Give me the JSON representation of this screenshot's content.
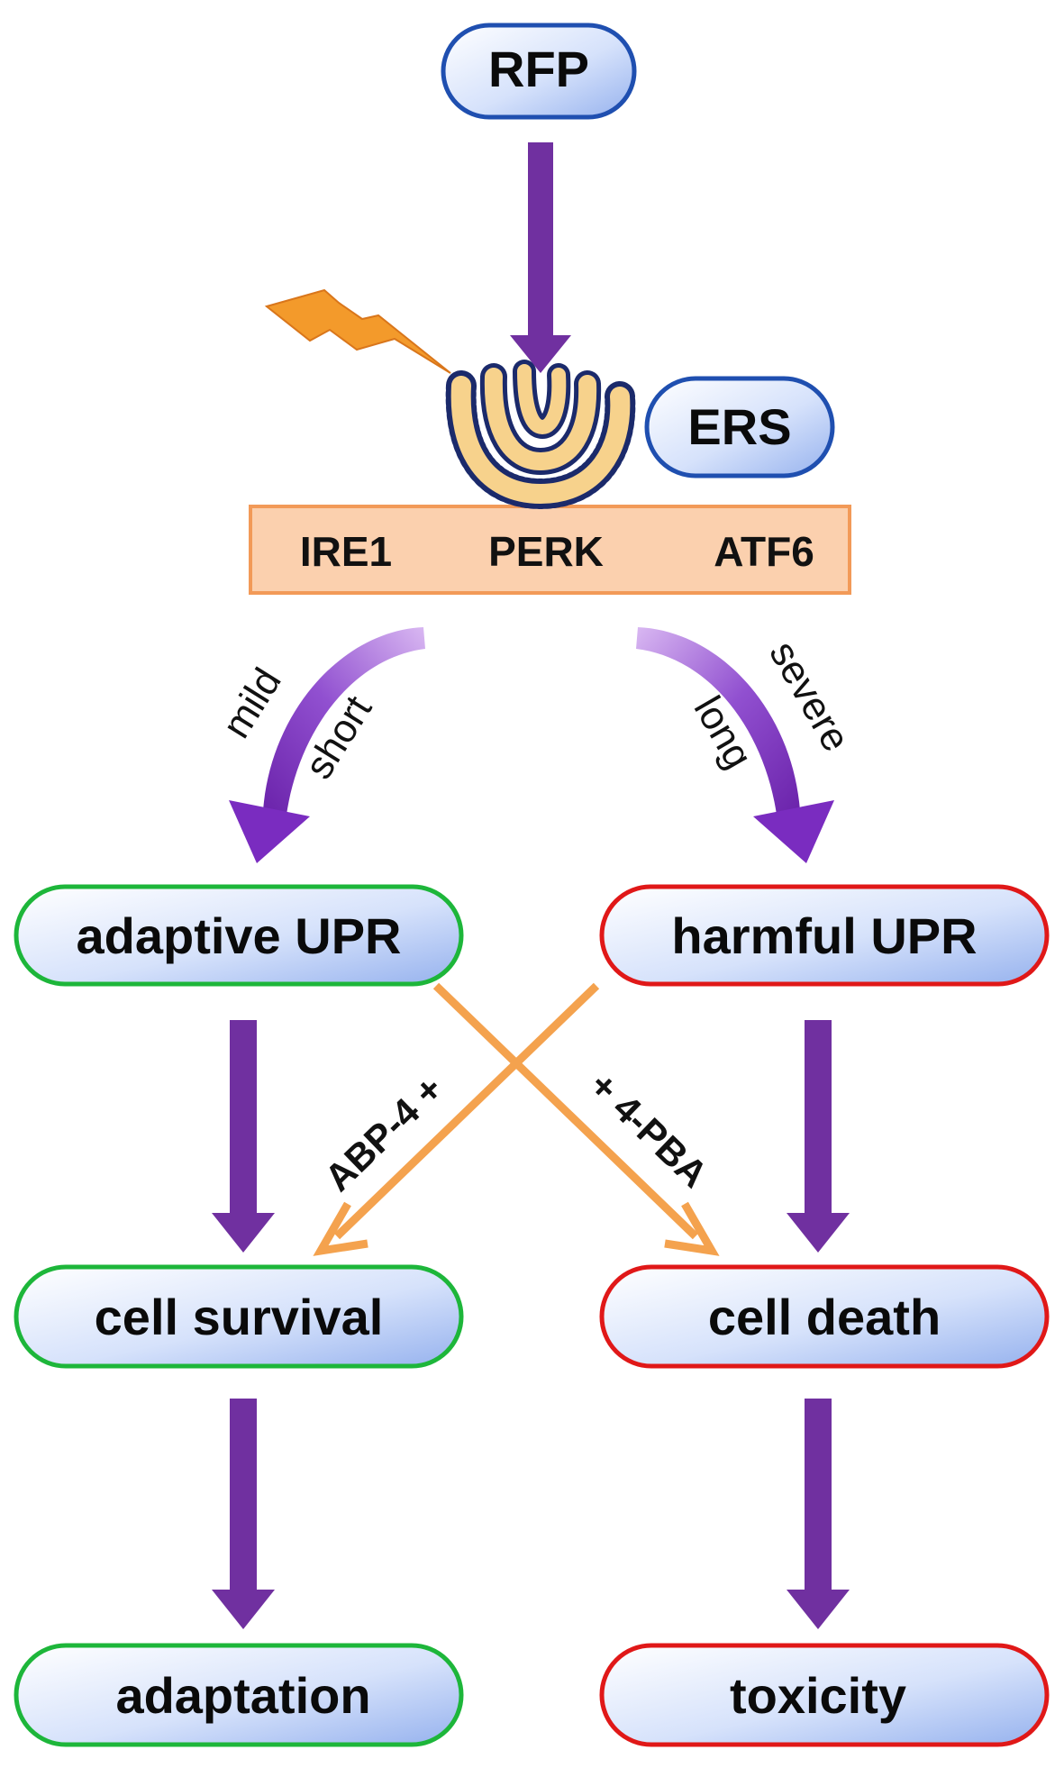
{
  "colors": {
    "blue_border": "#1f4fb0",
    "green_border": "#1db63a",
    "red_border": "#e01818",
    "purple_arrow": "#7030a0",
    "orange_arrow": "#f4a24e",
    "bar_fill": "#fbd0ae",
    "bar_border": "#f29a58",
    "lightning": "#f39a2b",
    "er_membrane": "#f7d28c",
    "er_dots": "#1b2a6b"
  },
  "nodes": {
    "rfp": "RFP",
    "ers": "ERS",
    "adaptive_upr": "adaptive UPR",
    "harmful_upr": "harmful UPR",
    "cell_survival": "cell survival",
    "cell_death": "cell death",
    "adaptation": "adaptation",
    "toxicity": "toxicity"
  },
  "sensor_bar": {
    "items": [
      "IRE1",
      "PERK",
      "ATF6"
    ]
  },
  "edge_labels": {
    "mild": "mild",
    "short": "short",
    "severe": "severe",
    "long": "long",
    "abp4": "ABP-4 +",
    "pba": "+ 4-PBA"
  },
  "icons": {
    "er": "endoplasmic-reticulum-icon",
    "lightning": "lightning-icon"
  }
}
